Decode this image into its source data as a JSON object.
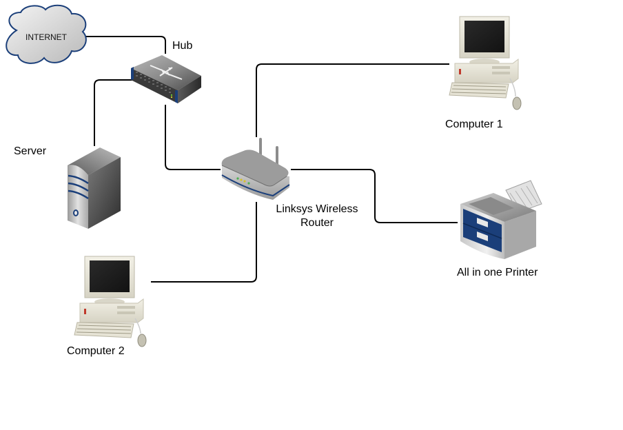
{
  "diagram": {
    "type": "network-topology",
    "nodes": {
      "internet": {
        "label": "INTERNET",
        "icon": "cloud-icon"
      },
      "hub": {
        "label": "Hub",
        "icon": "network-hub-icon"
      },
      "server": {
        "label": "Server",
        "icon": "server-tower-icon"
      },
      "router": {
        "label_line1": "Linksys Wireless",
        "label_line2": "Router",
        "icon": "wireless-router-icon"
      },
      "computer1": {
        "label": "Computer 1",
        "icon": "desktop-computer-icon"
      },
      "computer2": {
        "label": "Computer 2",
        "icon": "desktop-computer-icon"
      },
      "printer": {
        "label": "All in one Printer",
        "icon": "printer-icon"
      }
    },
    "connections": [
      {
        "from": "INTERNET",
        "to": "Hub"
      },
      {
        "from": "Hub",
        "to": "Server"
      },
      {
        "from": "Hub",
        "to": "Linksys Wireless Router"
      },
      {
        "from": "Linksys Wireless Router",
        "to": "Computer 1"
      },
      {
        "from": "Linksys Wireless Router",
        "to": "All in one Printer"
      },
      {
        "from": "Linksys Wireless Router",
        "to": "Computer 2"
      }
    ],
    "colors": {
      "wire": "#000000",
      "accent_blue": "#1b3f7a",
      "device_gray": "#8a8a8a",
      "cloud_fill": "#dcdcdc",
      "cloud_stroke": "#1b3f7a"
    }
  }
}
